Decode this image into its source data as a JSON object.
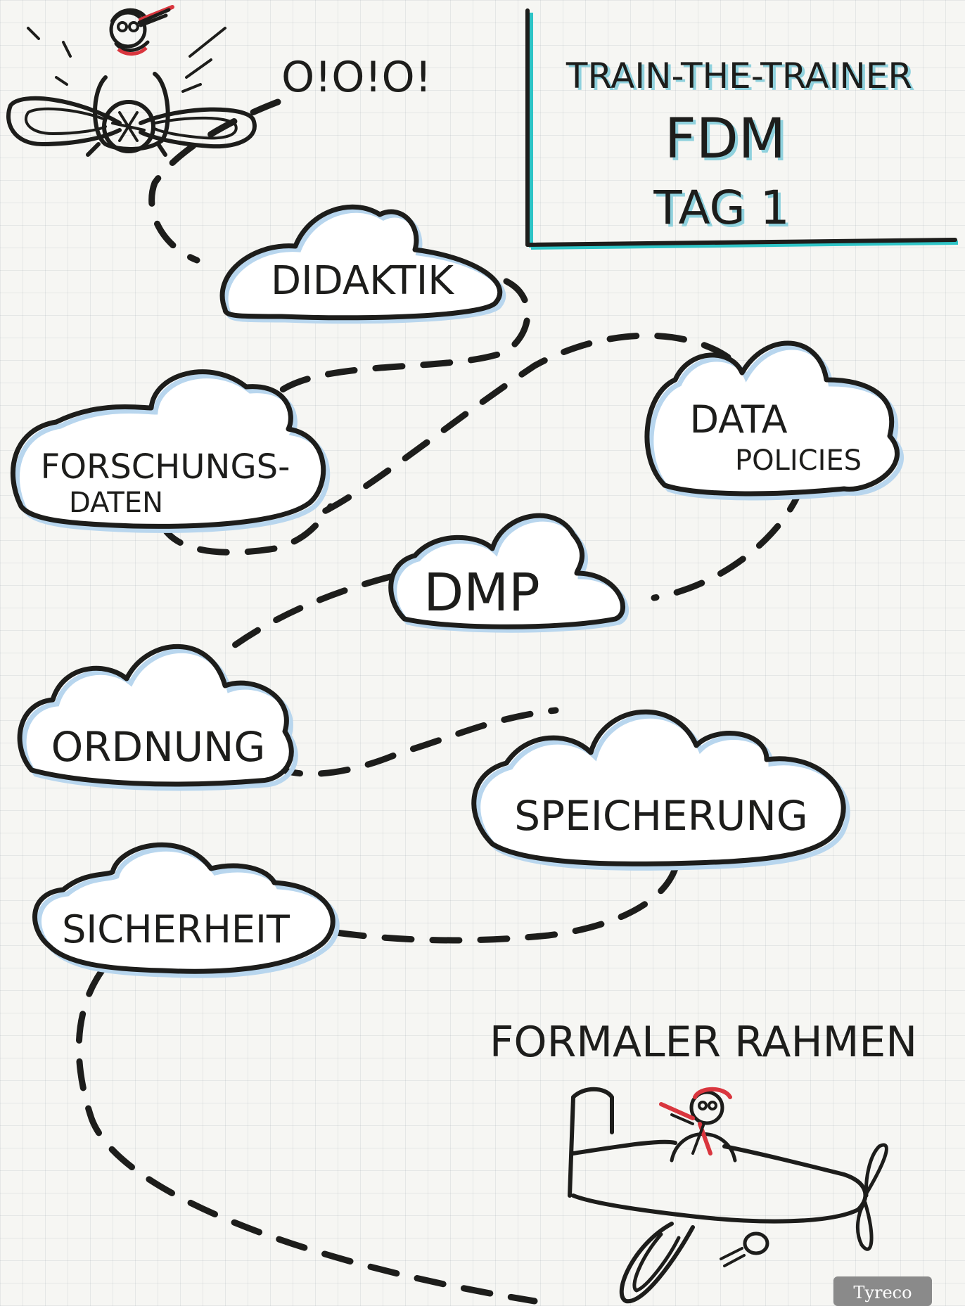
{
  "title": {
    "line1": "TRAIN-THE-TRAINER",
    "line2": "FDM",
    "line3": "TAG 1"
  },
  "exclamation": "O!O!O!",
  "topics": [
    {
      "lines": [
        "DIDAKTIK"
      ]
    },
    {
      "lines": [
        "FORSCHUNGS-",
        "DATEN"
      ]
    },
    {
      "lines": [
        "DATA",
        "POLICIES"
      ]
    },
    {
      "lines": [
        "DMP"
      ]
    },
    {
      "lines": [
        "ORDNUNG"
      ]
    },
    {
      "lines": [
        "SPEICHERUNG"
      ]
    },
    {
      "lines": [
        "SICHERHEIT"
      ]
    }
  ],
  "footer_heading": "FORMALER RAHMEN",
  "logo_text": "Tyreco",
  "colors": {
    "ink": "#1d1d1b",
    "title_shadow": "#2ec4c6",
    "cloud_shadow": "#b8d6ee",
    "scarf_red": "#d9363e"
  },
  "icons": [
    "biplane-pilot-icon",
    "airplane-pilot-icon"
  ]
}
